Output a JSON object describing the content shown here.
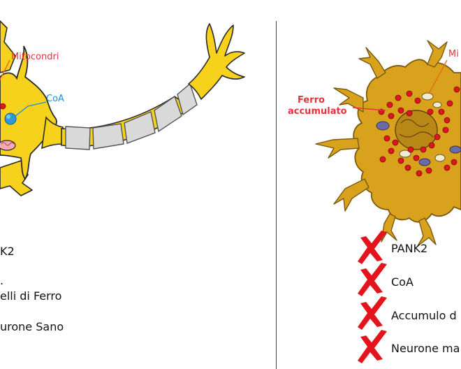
{
  "labels": {
    "mitochondria": "Mitocondri",
    "coa": "CoA",
    "iron_line1": "Ferro",
    "iron_line2": "accumulato",
    "mito_right_partial": "Mi"
  },
  "left_list": {
    "items": [
      "K2",
      ".",
      "elli di Ferro",
      "urone Sano"
    ]
  },
  "right_list": {
    "items": [
      "PANK2",
      "CoA",
      "Accumulo d",
      "Neurone ma"
    ]
  },
  "colors": {
    "neuron_yellow": "#f6d21c",
    "neuron_outline": "#2a2a2a",
    "damaged_body": "#d9a21c",
    "iron_red": "#e0161e",
    "label_red": "#e8323c",
    "coa_blue": "#2a9ad8",
    "myelin_gray": "#d9d9d9",
    "x_mark_red": "#e3141c"
  }
}
